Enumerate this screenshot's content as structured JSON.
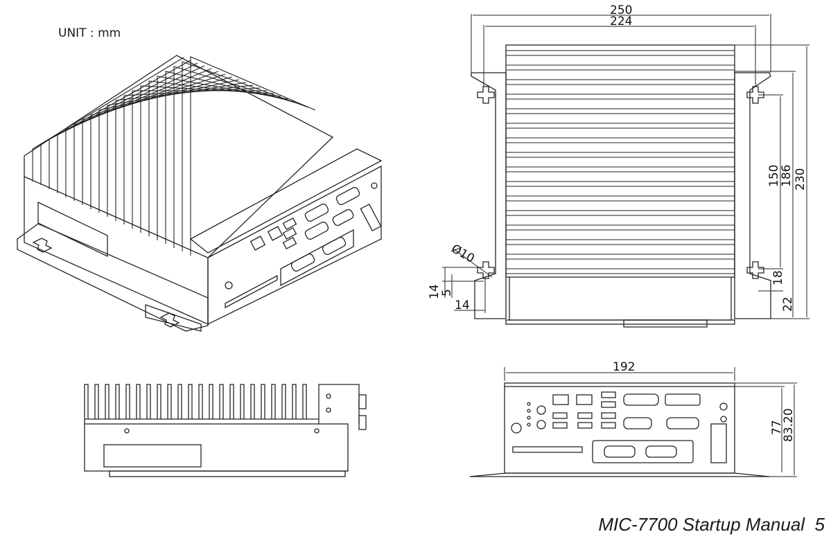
{
  "unit_label": "UNIT : mm",
  "footer": {
    "title": "MIC-7700 Startup Manual",
    "page": "5"
  },
  "dimensions": {
    "top_width_outer": "250",
    "top_width_inner": "224",
    "depth_mount": "150",
    "depth_body": "186",
    "depth_total": "230",
    "hole_dia": "Ø10",
    "hole_offset_y": "14",
    "hole_offset_small": "5",
    "hole_offset_x": "14",
    "hole_edge_18": "18",
    "hole_edge_22": "22",
    "front_width": "192",
    "front_height_body": "77",
    "front_height_total": "83.20"
  }
}
